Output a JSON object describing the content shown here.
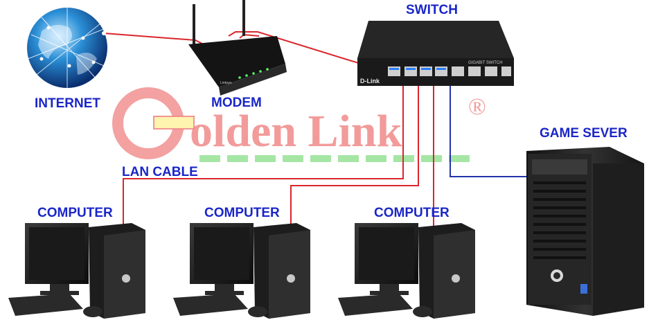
{
  "labels": {
    "internet": "INTERNET",
    "modem": "MODEM",
    "switch": "SWITCH",
    "game_server": "GAME SEVER",
    "lan_cable": "LAN CABLE",
    "computer_1": "COMPUTER",
    "computer_2": "COMPUTER",
    "computer_3": "COMPUTER"
  },
  "watermark": {
    "text": "olden Link",
    "registered": "®"
  },
  "device_text": {
    "switch_brand": "D-Link",
    "switch_model": "GIGABIT SWITCH",
    "modem_brand": "Linksys"
  },
  "colors": {
    "label": "#1a26c8",
    "lan_cable": "#d9262c",
    "server_cable": "#2233aa",
    "watermark": "#f08a8a",
    "watermark_bar": "#8fe08f"
  },
  "icons": [
    "globe-icon",
    "router-icon",
    "switch-icon",
    "server-icon",
    "computer-icon"
  ]
}
